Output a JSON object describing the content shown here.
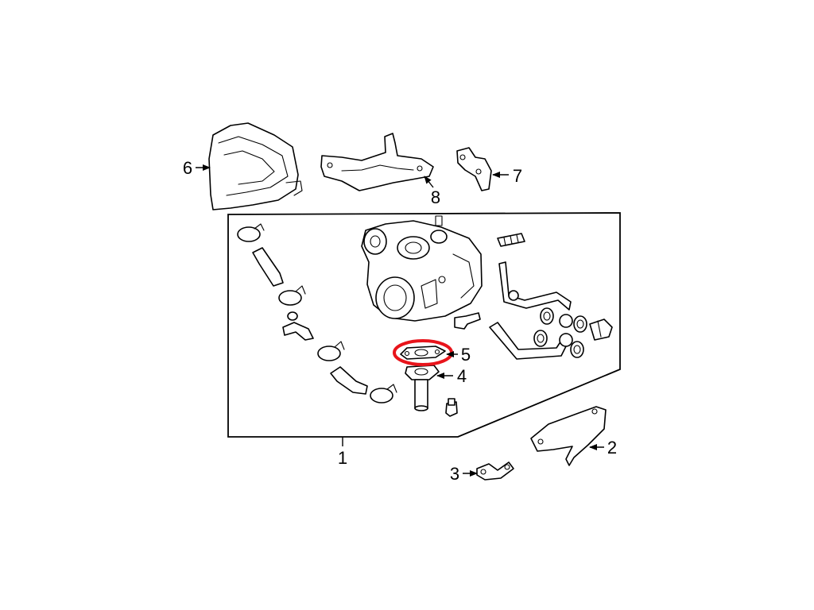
{
  "callouts": [
    {
      "id": "1",
      "label": "1"
    },
    {
      "id": "2",
      "label": "2"
    },
    {
      "id": "3",
      "label": "3"
    },
    {
      "id": "4",
      "label": "4"
    },
    {
      "id": "5",
      "label": "5"
    },
    {
      "id": "6",
      "label": "6"
    },
    {
      "id": "7",
      "label": "7"
    },
    {
      "id": "8",
      "label": "8"
    }
  ],
  "highlight": {
    "callout": "5",
    "color": "#e8141b"
  },
  "line_color": "#000000",
  "background": "#ffffff"
}
